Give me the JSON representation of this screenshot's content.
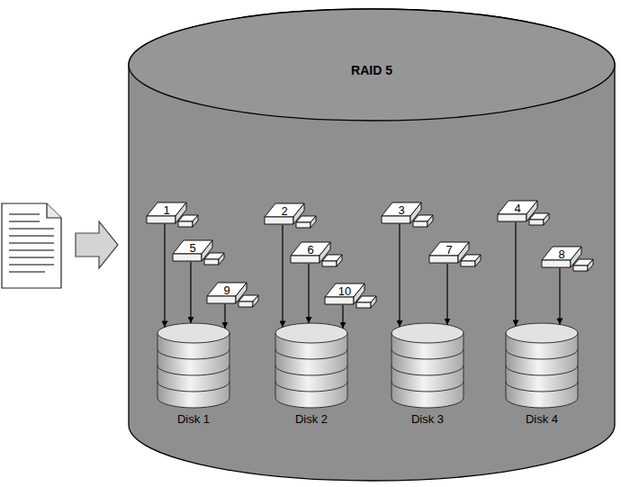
{
  "diagram": {
    "nodes": [
      {
        "text": [
          "RAID 5"
        ]
      },
      {
        "text": [
          "1"
        ],
        "in": 0
      },
      {
        "text": [
          "2"
        ],
        "in": 0
      },
      {
        "text": [
          "3"
        ],
        "in": 0
      },
      {
        "text": [
          "4"
        ],
        "in": 0
      },
      {
        "text": [
          "5"
        ],
        "in": 0
      },
      {
        "text": [
          "6"
        ],
        "in": 0
      },
      {
        "text": [
          "7"
        ],
        "in": 0
      },
      {
        "text": [
          "8"
        ],
        "in": 0
      },
      {
        "text": [
          "9"
        ],
        "in": 0
      },
      {
        "text": [
          "10"
        ],
        "in": 0
      },
      {
        "text": [
          "Disk 1"
        ],
        "in": 0
      },
      {
        "text": [
          "Disk 2"
        ],
        "in": 0
      },
      {
        "text": [
          "Disk 3"
        ],
        "in": 0
      },
      {
        "text": [
          "Disk 4"
        ],
        "in": 0
      }
    ],
    "edges": [
      {
        "from": 1,
        "to": 11,
        "arrow": "to"
      },
      {
        "from": 5,
        "to": 11,
        "arrow": "to"
      },
      {
        "from": 9,
        "to": 11,
        "arrow": "to"
      },
      {
        "from": 2,
        "to": 12,
        "arrow": "to"
      },
      {
        "from": 6,
        "to": 12,
        "arrow": "to"
      },
      {
        "from": 10,
        "to": 12,
        "arrow": "to"
      },
      {
        "from": 3,
        "to": 13,
        "arrow": "to"
      },
      {
        "from": 7,
        "to": 13,
        "arrow": "to"
      },
      {
        "from": 4,
        "to": 14,
        "arrow": "to"
      },
      {
        "from": 8,
        "to": 14,
        "arrow": "to"
      }
    ]
  }
}
